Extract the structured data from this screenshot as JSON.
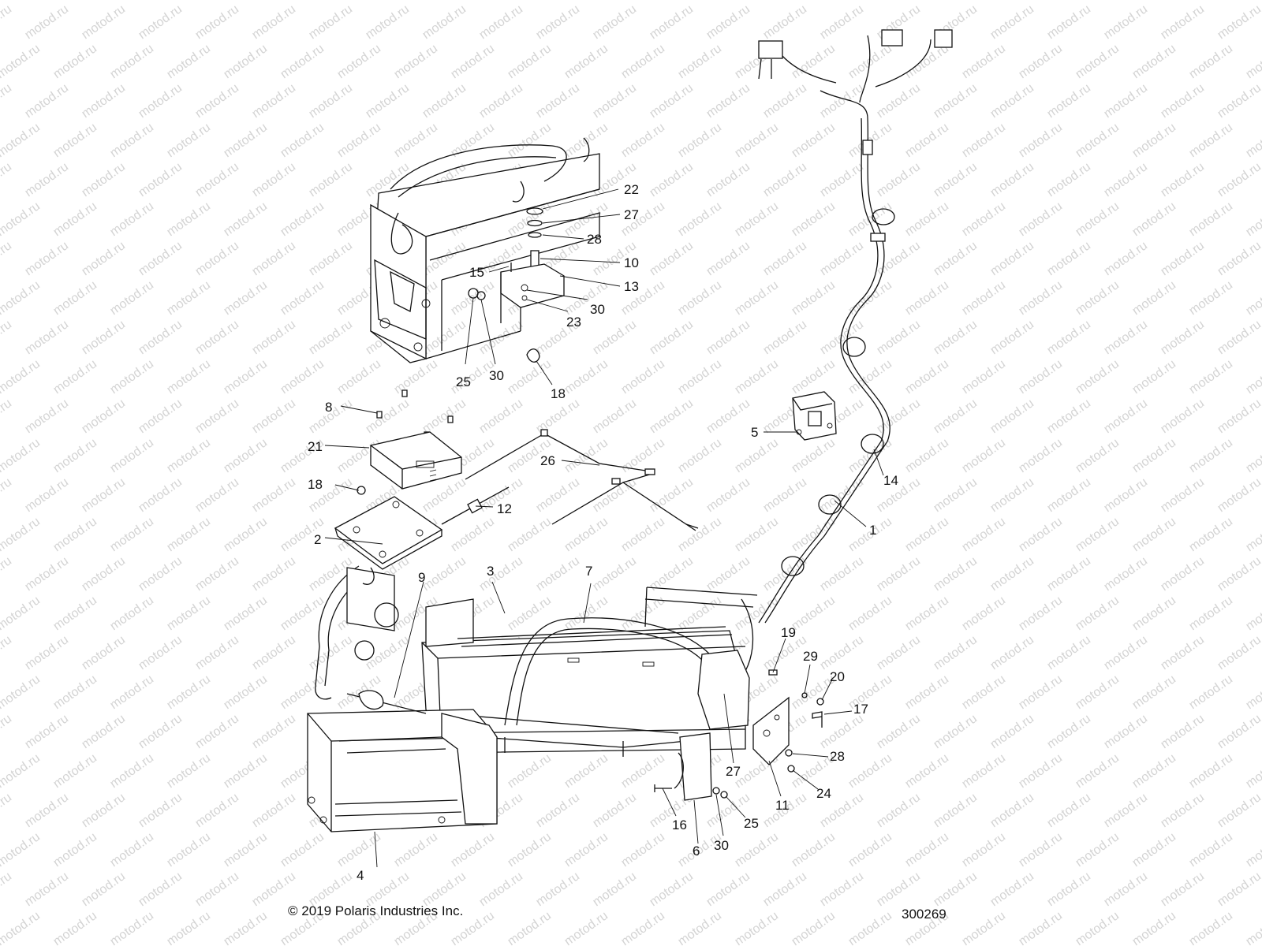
{
  "watermark": "motod.ru",
  "copyright": "© 2019 Polaris Industries Inc.",
  "diagram_number": "300269",
  "callouts": {
    "c1": "1",
    "c2": "2",
    "c3": "3",
    "c4": "4",
    "c5": "5",
    "c6": "6",
    "c7": "7",
    "c8": "8",
    "c9": "9",
    "c10": "10",
    "c11": "11",
    "c12": "12",
    "c13": "13",
    "c14": "14",
    "c15": "15",
    "c16": "16",
    "c17": "17",
    "c18a": "18",
    "c18b": "18",
    "c19": "19",
    "c20": "20",
    "c21": "21",
    "c22": "22",
    "c23": "23",
    "c24": "24",
    "c25a": "25",
    "c25b": "25",
    "c26": "26",
    "c27a": "27",
    "c27b": "27",
    "c28a": "28",
    "c28b": "28",
    "c29": "29",
    "c30a": "30",
    "c30b": "30",
    "c30c": "30"
  }
}
